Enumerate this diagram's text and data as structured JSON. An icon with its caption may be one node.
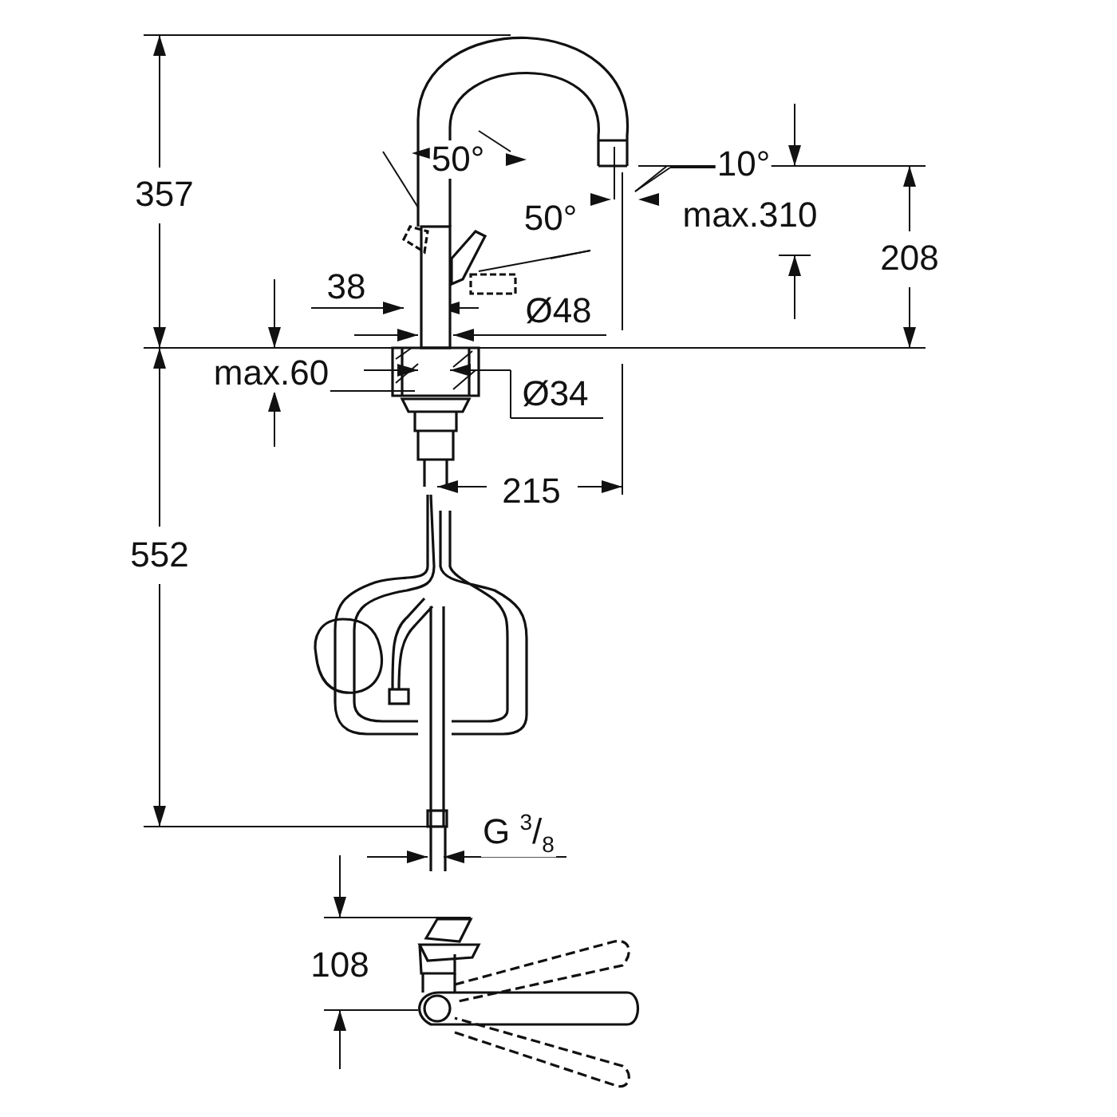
{
  "diagram": {
    "labels": [
      "357",
      "50°",
      "10°",
      "50°",
      "max.310",
      "208",
      "38",
      "Ø48",
      "max.60",
      "Ø34",
      "215",
      "552",
      "G $^{3}$/$_{8}$",
      "108"
    ]
  }
}
